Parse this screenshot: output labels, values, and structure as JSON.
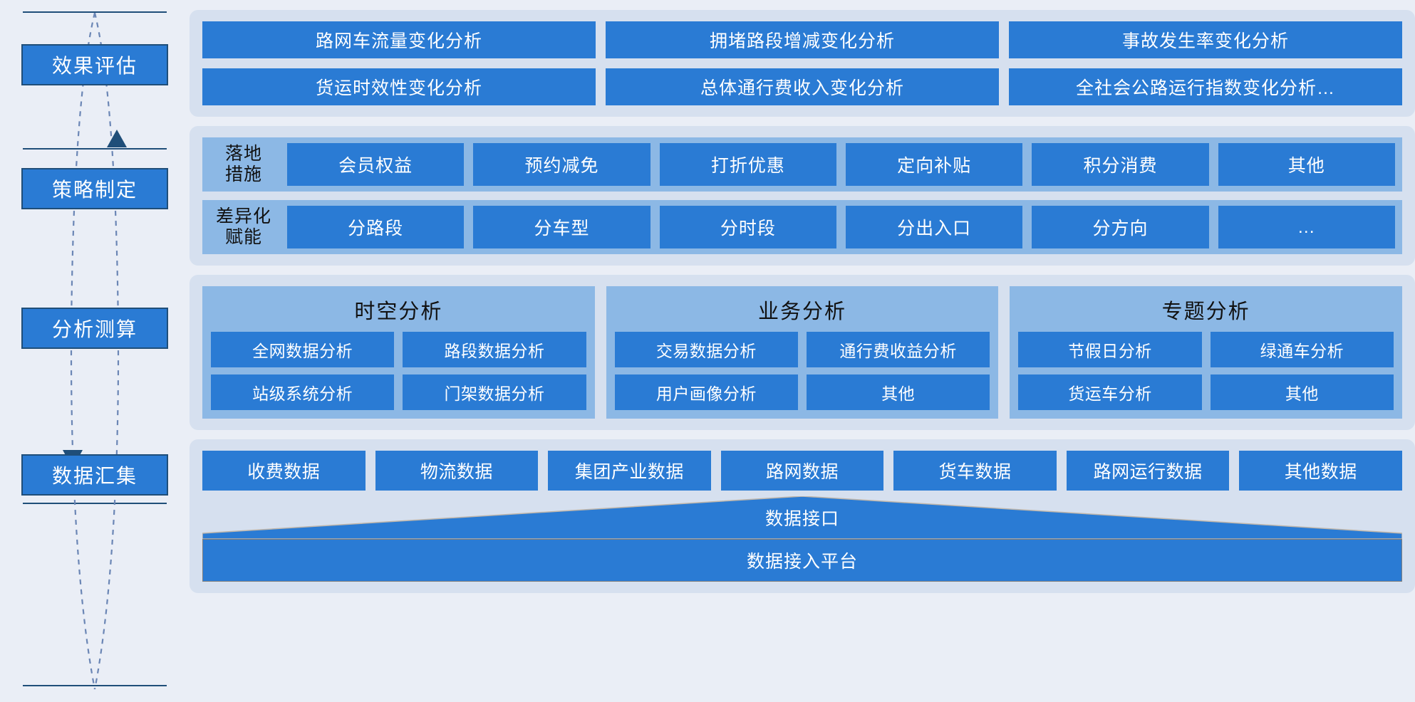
{
  "colors": {
    "background": "#eaeef6",
    "panel": "#d6e0ef",
    "inner_panel": "#8cb8e5",
    "tile_blue": "#2a7bd4",
    "stage_border": "#1f4e79",
    "arrow": "#1f4e79",
    "text_light": "#ffffff",
    "text_dark": "#111111"
  },
  "stages": [
    {
      "label": "效果评估"
    },
    {
      "label": "策略制定"
    },
    {
      "label": "分析测算"
    },
    {
      "label": "数据汇集"
    }
  ],
  "effect_evaluation": {
    "tiles": [
      "路网车流量变化分析",
      "拥堵路段增减变化分析",
      "事故发生率变化分析",
      "货运时效性变化分析",
      "总体通行费收入变化分析",
      "全社会公路运行指数变化分析…"
    ]
  },
  "strategy": {
    "rows": [
      {
        "label_line1": "落地",
        "label_line2": "措施",
        "tiles": [
          "会员权益",
          "预约减免",
          "打折优惠",
          "定向补贴",
          "积分消费",
          "其他"
        ]
      },
      {
        "label_line1": "差异化",
        "label_line2": "赋能",
        "tiles": [
          "分路段",
          "分车型",
          "分时段",
          "分出入口",
          "分方向",
          "…"
        ]
      }
    ]
  },
  "analysis": {
    "groups": [
      {
        "title": "时空分析",
        "tiles": [
          "全网数据分析",
          "路段数据分析",
          "站级系统分析",
          "门架数据分析"
        ]
      },
      {
        "title": "业务分析",
        "tiles": [
          "交易数据分析",
          "通行费收益分析",
          "用户画像分析",
          "其他"
        ]
      },
      {
        "title": "专题分析",
        "tiles": [
          "节假日分析",
          "绿通车分析",
          "货运车分析",
          "其他"
        ]
      }
    ]
  },
  "data_collection": {
    "sources": [
      "收费数据",
      "物流数据",
      "集团产业数据",
      "路网数据",
      "货车数据",
      "路网运行数据",
      "其他数据"
    ],
    "interface_label": "数据接口",
    "platform_label": "数据接入平台"
  }
}
